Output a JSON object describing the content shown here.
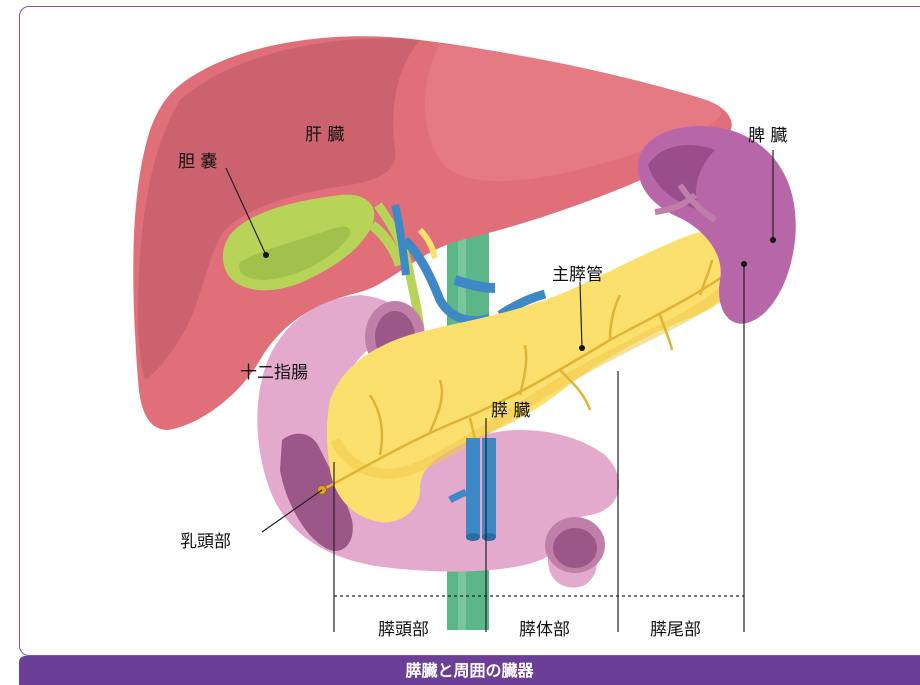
{
  "labels": {
    "liver": "肝 臓",
    "gallbladder": "胆 嚢",
    "spleen": "脾 臓",
    "main_pancreatic_duct": "主膵管",
    "duodenum": "十二指腸",
    "pancreas": "膵 臓",
    "papilla": "乳頭部"
  },
  "sections": {
    "head": "膵頭部",
    "body": "膵体部",
    "tail": "膵尾部"
  },
  "caption": "膵臓と周囲の臓器",
  "colors": {
    "frame": "#7b55a6",
    "caption_bar": "#6b3e98",
    "liver": "#e06f7a",
    "gallbladder": "#b8d458",
    "pancreas": "#fbe06e",
    "duodenum": "#e3aacd",
    "spleen": "#b767a8",
    "vessel": "#3f88c6",
    "aorta": "#5cb788"
  }
}
